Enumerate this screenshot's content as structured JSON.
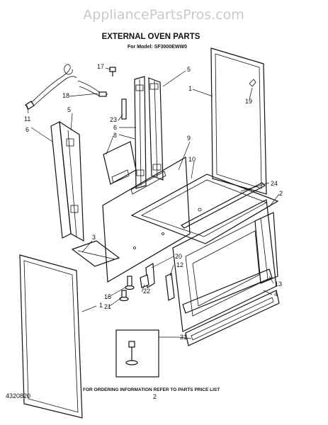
{
  "header": {
    "watermark": "AppliancePartsPros.com",
    "title": "EXTERNAL OVEN PARTS",
    "model_line": "For Model: SF3000EWW0"
  },
  "footer": {
    "doc_number": "4320820",
    "instruction": "FOR ORDERING INFORMATION REFER TO PARTS PRICE LIST",
    "page_number": "2"
  },
  "callouts": {
    "n1": "1",
    "n2": "2",
    "n3": "3",
    "n4": "4",
    "n5a": "5",
    "n5b": "5",
    "n6a": "6",
    "n6b": "6",
    "n8": "8",
    "n9": "9",
    "n10": "10",
    "n11": "11",
    "n12": "12",
    "n13": "13",
    "n15": "15",
    "n17": "17",
    "n18": "18",
    "n19": "19",
    "n20": "20",
    "n21": "21",
    "n22": "22",
    "n23": "23",
    "n24": "24",
    "n31": "31"
  }
}
